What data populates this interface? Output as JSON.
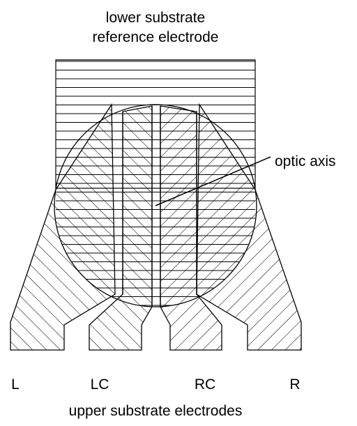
{
  "diagram": {
    "title_line1": "lower substrate",
    "title_line2": "reference electrode",
    "axis_label": "optic axis",
    "electrodes": [
      "L",
      "LC",
      "RC",
      "R"
    ],
    "caption": "upper substrate electrodes"
  }
}
